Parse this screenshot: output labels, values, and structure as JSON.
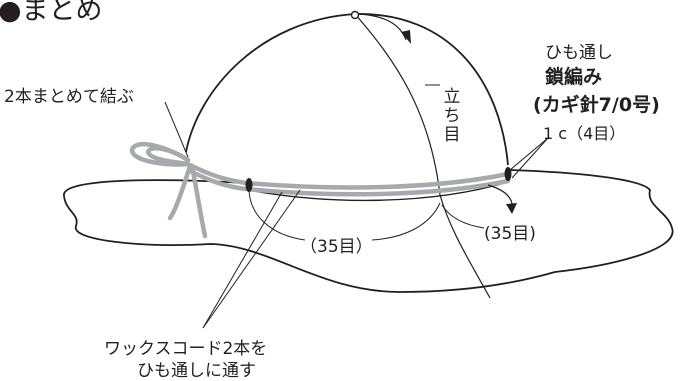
{
  "title": "●まとめ",
  "labels": {
    "tie_together": "2本まとめて結ぶ",
    "cord_through": "ひも通し",
    "chain_stitch": "鎖編み",
    "hook_size": "(カギ針7/0号)",
    "stitch_count": "1 c（4目）",
    "standing_stitch": [
      "立",
      "ち",
      "目"
    ],
    "count_left": "（35目）",
    "count_right": "(35目)",
    "wax_cord_line1": "ワックスコード2本を",
    "wax_cord_line2": "ひも通しに通す"
  },
  "colors": {
    "line": "#231f20",
    "cord": "#a7a9ac",
    "background": "#ffffff"
  }
}
